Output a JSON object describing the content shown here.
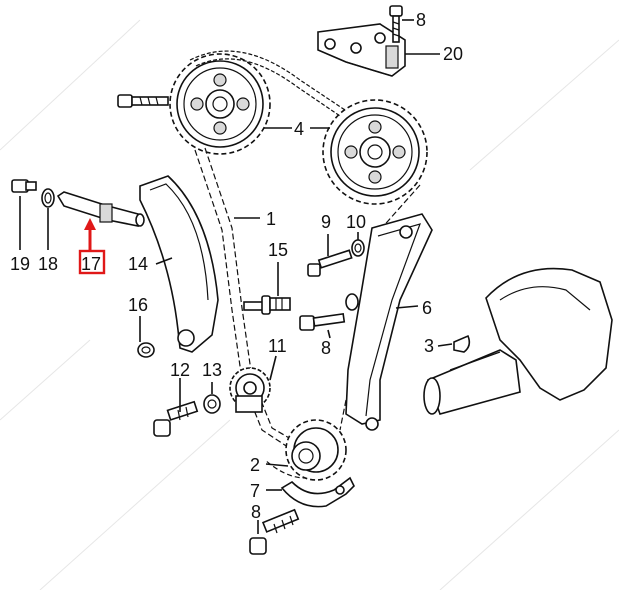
{
  "diagram": {
    "highlighted_part": "17",
    "callouts": {
      "c8_top": "8",
      "c20": "20",
      "c4": "4",
      "c1": "1",
      "c9": "9",
      "c10": "10",
      "c19": "19",
      "c18": "18",
      "c17": "17",
      "c14": "14",
      "c15": "15",
      "c16": "16",
      "c6": "6",
      "c8_mid": "8",
      "c3": "3",
      "c11": "11",
      "c12": "12",
      "c13": "13",
      "c2": "2",
      "c7": "7",
      "c8_bottom": "8"
    },
    "colors": {
      "line": "#111111",
      "highlight": "#e01818",
      "background": "#ffffff"
    }
  }
}
